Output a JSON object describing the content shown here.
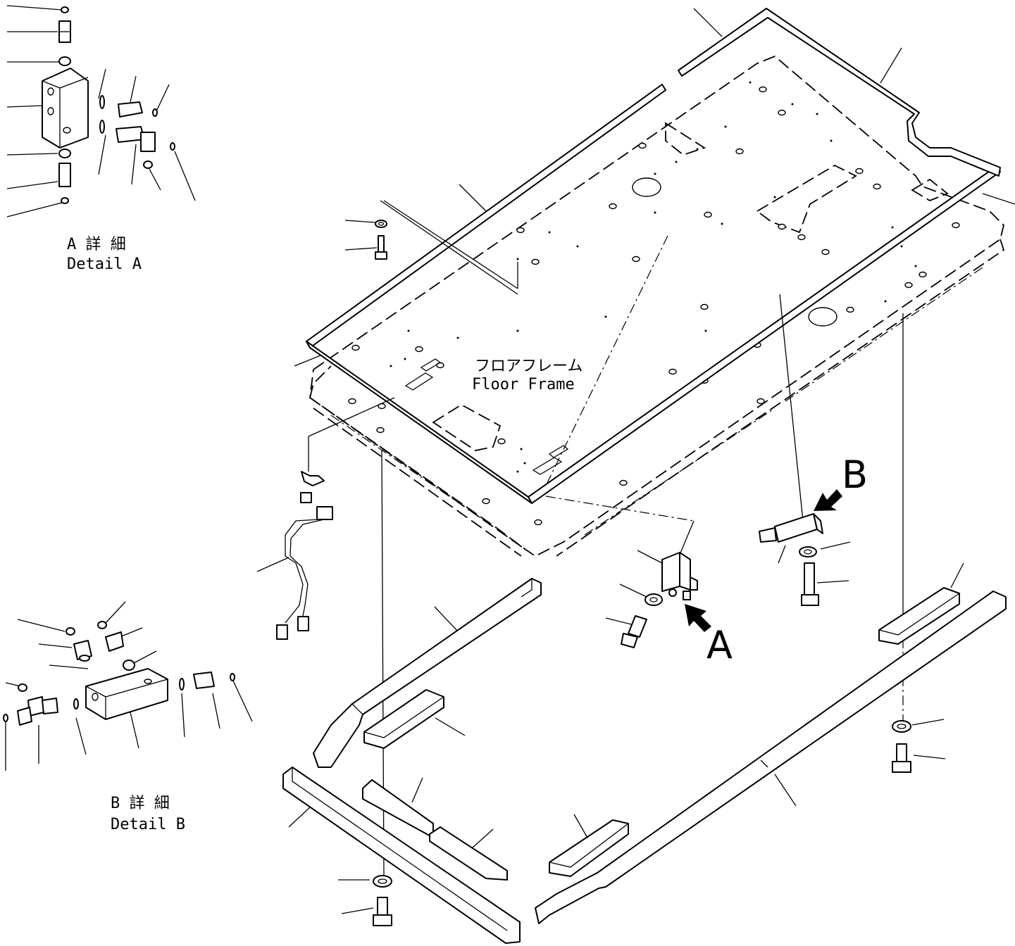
{
  "labels": {
    "floor_frame_ja": "フロアフレーム",
    "floor_frame_en": "Floor Frame",
    "detail_a_ja": "A 詳 細",
    "detail_a_en": "Detail A",
    "detail_b_ja": "B 詳 細",
    "detail_b_en": "Detail B",
    "callout_a": "A",
    "callout_b": "B"
  }
}
